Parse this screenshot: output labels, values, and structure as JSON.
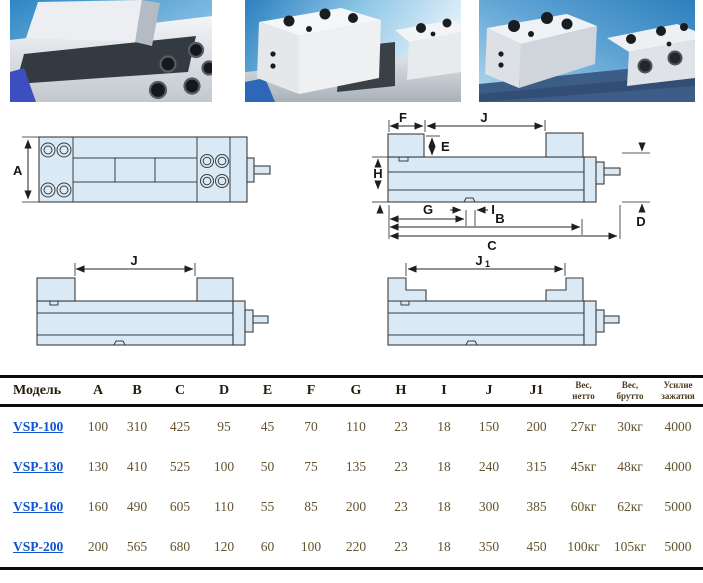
{
  "drawings": {
    "dims": {
      "a": "A",
      "f": "F",
      "j_top": "J",
      "e": "E",
      "h": "H",
      "g": "G",
      "i": "I",
      "b": "B",
      "c": "C",
      "d": "D",
      "j_bottom": "J",
      "j1_main": "J",
      "j1_sub": "1"
    }
  },
  "table": {
    "headers": [
      "Модель",
      "A",
      "B",
      "C",
      "D",
      "E",
      "F",
      "G",
      "H",
      "I",
      "J",
      "J1",
      "Вес,\nнетто",
      "Вес,\nбрутто",
      "Усилие\nзажатия"
    ],
    "rows": [
      {
        "model": "VSP-100",
        "values": [
          "100",
          "310",
          "425",
          "95",
          "45",
          "70",
          "110",
          "23",
          "18",
          "150",
          "200",
          "27кг",
          "30кг",
          "4000"
        ]
      },
      {
        "model": "VSP-130",
        "values": [
          "130",
          "410",
          "525",
          "100",
          "50",
          "75",
          "135",
          "23",
          "18",
          "240",
          "315",
          "45кг",
          "48кг",
          "4000"
        ]
      },
      {
        "model": "VSP-160",
        "values": [
          "160",
          "490",
          "605",
          "110",
          "55",
          "85",
          "200",
          "23",
          "18",
          "300",
          "385",
          "60кг",
          "62кг",
          "5000"
        ]
      },
      {
        "model": "VSP-200",
        "values": [
          "200",
          "565",
          "680",
          "120",
          "60",
          "100",
          "220",
          "23",
          "18",
          "350",
          "450",
          "100кг",
          "105кг",
          "5000"
        ]
      }
    ]
  },
  "colors": {
    "link": "#1254cc",
    "drawing_fill": "#d9eaf6",
    "table_value_text": "#64532f",
    "photo_blue_dark": "#2d7fbc",
    "photo_blue_light": "#d6ecf8"
  }
}
